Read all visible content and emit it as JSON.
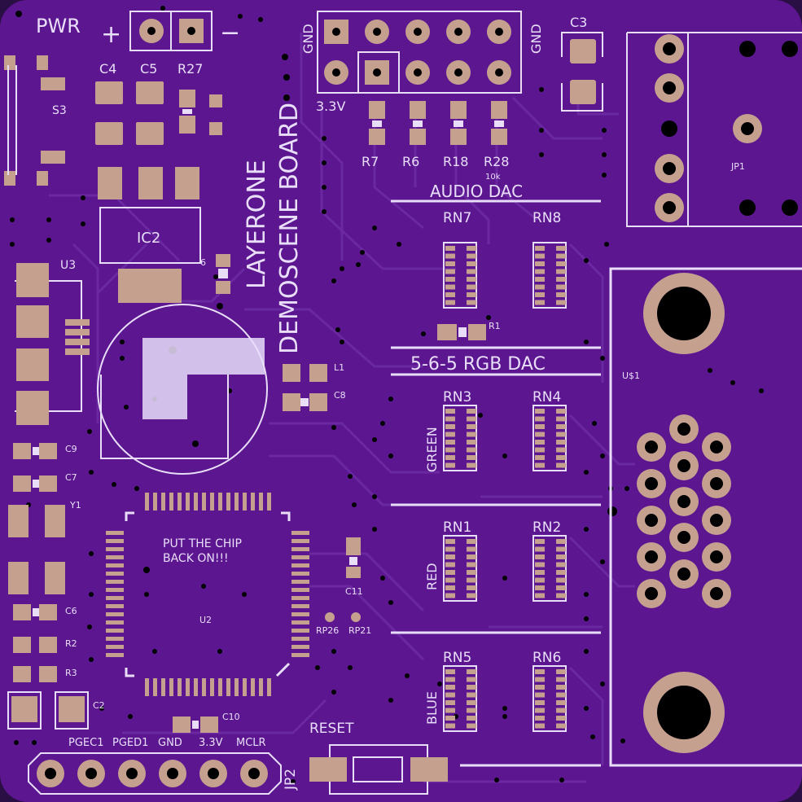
{
  "colors": {
    "board": "#5b1690",
    "board_edge": "#4a0f7a",
    "pad": "#c6a08f",
    "hole": "#000000",
    "silk": "#e9defa",
    "trace": "#6c2aa3"
  },
  "labels": {
    "pwr": "PWR",
    "plus": "+",
    "minus": "−",
    "gnd_left": "GND",
    "gnd_right": "GND",
    "v33": "3.3V",
    "c3": "C3",
    "c4": "C4",
    "c5": "C5",
    "r27": "R27",
    "s3": "S3",
    "r7": "R7",
    "r6": "R6",
    "r18": "R18",
    "r28": "R28",
    "r28_val": "10k",
    "audio_dac": "AUDIO DAC",
    "rn7": "RN7",
    "rn8": "RN8",
    "r1": "R1",
    "rgb_dac": "5-6-5 RGB DAC",
    "rn3": "RN3",
    "rn4": "RN4",
    "rn1": "RN1",
    "rn2": "RN2",
    "rn5": "RN5",
    "rn6": "RN6",
    "green": "GREEN",
    "red": "RED",
    "blue": "BLUE",
    "jp1": "JP1",
    "us1": "U$1",
    "u3": "U3",
    "ic2": "IC2",
    "l1": "L1",
    "c8": "C8",
    "c9": "C9",
    "c7": "C7",
    "y1": "Y1",
    "c6": "C6",
    "r2": "R2",
    "r3": "R3",
    "c2": "C2",
    "c10": "C10",
    "c11": "C11",
    "u2": "U2",
    "rp26": "RP26",
    "rp21": "RP21",
    "chip_note_1": "PUT THE CHIP",
    "chip_note_2": "BACK ON!!!",
    "title_1": "LAYERONE",
    "title_2": "DEMOSCENE BOARD",
    "reset": "RESET",
    "jp2": "JP2",
    "pgec1": "PGEC1",
    "pged1": "PGED1",
    "gnd_jp2": "GND",
    "v33_jp2": "3.3V",
    "mclr": "MCLR",
    "small_6": "6"
  }
}
